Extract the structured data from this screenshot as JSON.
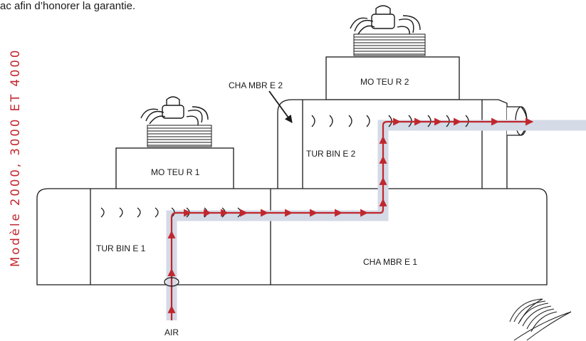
{
  "header_text": "ac afin d’honorer la garantie.",
  "side_title": "Modèle 2000, 3000 ET 4000",
  "labels": {
    "moteur1": "MO TEU R 1",
    "moteur2": "MO TEU R 2",
    "turbine1": "TUR BIN E 1",
    "turbine2": "TUR BIN E 2",
    "chambre1": "CHA MBR E 1",
    "chambre2": "CHA MBR E 2",
    "air": "AIR"
  },
  "colors": {
    "airflow": "#c0272d",
    "airflow_band": "#d4dae6",
    "outline": "#1a1a1a",
    "title": "#c0272d"
  }
}
